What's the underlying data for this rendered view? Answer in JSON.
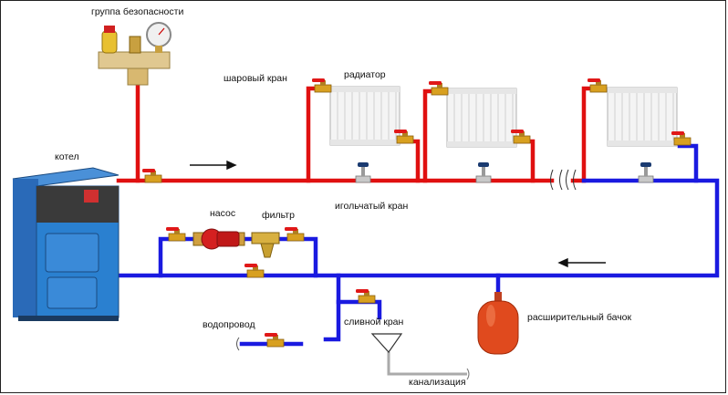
{
  "labels": {
    "safety_group": "группа безопасности",
    "ball_valve": "шаровый кран",
    "radiator": "радиатор",
    "boiler": "котел",
    "needle_valve": "игольчатый кран",
    "pump": "насос",
    "filter": "фильтр",
    "water_supply": "водопровод",
    "drain_valve": "сливной кран",
    "expansion_tank": "расширительный бачок",
    "sewer": "канализация"
  },
  "colors": {
    "supply_pipe": "#e01010",
    "return_pipe": "#1a1ae0",
    "boiler_body": "#2a78c8",
    "expansion_tank": "#e04a1e",
    "pump_body": "#d42020",
    "filter_body": "#d8b040"
  },
  "icons": [
    "safety-group-icon",
    "boiler-icon",
    "radiator-icon",
    "ball-valve-icon",
    "needle-valve-icon",
    "pump-icon",
    "filter-icon",
    "expansion-tank-icon",
    "funnel-icon",
    "flow-arrow-icon"
  ]
}
